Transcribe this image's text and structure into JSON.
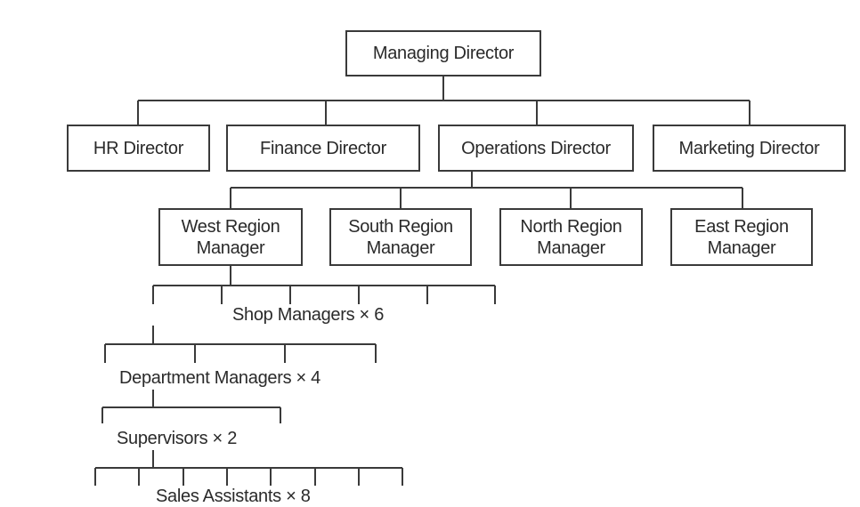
{
  "nodes": {
    "managing_director": "Managing Director",
    "hr_director": "HR Director",
    "finance_director": "Finance Director",
    "operations_director": "Operations Director",
    "marketing_director": "Marketing Director",
    "west_region_l1": "West Region",
    "west_region_l2": "Manager",
    "south_region_l1": "South Region",
    "south_region_l2": "Manager",
    "north_region_l1": "North Region",
    "north_region_l2": "Manager",
    "east_region_l1": "East Region",
    "east_region_l2": "Manager"
  },
  "groups": {
    "shop_managers": "Shop Managers × 6",
    "department_managers": "Department Managers × 4",
    "supervisors": "Supervisors × 2",
    "sales_assistants": "Sales Assistants × 8"
  },
  "colors": {
    "line": "#3a3a3a",
    "text": "#2a2a2a",
    "background": "#ffffff"
  }
}
